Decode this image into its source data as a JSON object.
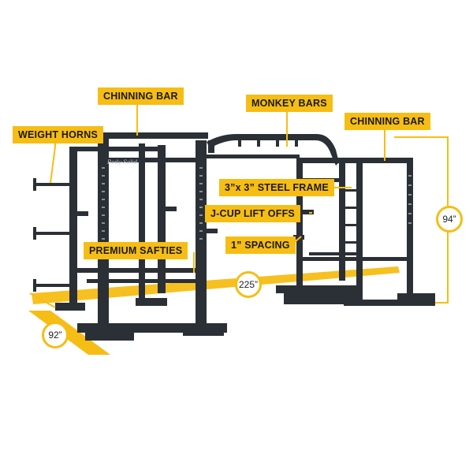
{
  "callouts": {
    "chinning_bar_left": "CHINNING BAR",
    "monkey_bars": "MONKEY BARS",
    "chinning_bar_right": "CHINNING BAR",
    "weight_horns": "WEIGHT HORNS",
    "steel_frame": "3”x 3” STEEL FRAME",
    "j_cup": "J-CUP LIFT OFFS",
    "spacing": "1” SPACING",
    "safeties": "PREMIUM SAFTIES"
  },
  "dimensions": {
    "height": "94”",
    "length": "225”",
    "depth": "92”"
  },
  "brand_mark": "Body-Solid",
  "colors": {
    "accent": "#f6bd14",
    "frame": "#2b2f36",
    "frame_dark": "#1c1f24"
  }
}
